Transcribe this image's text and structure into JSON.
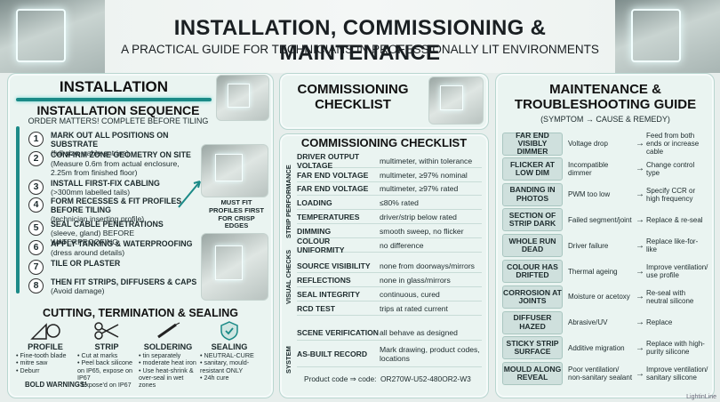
{
  "header": {
    "title": "INSTALLATION, COMMISSIONING & MAINTENANCE",
    "subtitle": "A PRACTICAL GUIDE FOR TECHNICIANS IN PROFESSIONALLY LIT ENVIRONMENTS"
  },
  "installation": {
    "title": "INSTALLATION",
    "seq_title": "INSTALLATION SEQUENCE",
    "seq_note": "ORDER MATTERS! COMPLETE BEFORE TILING",
    "steps": [
      {
        "n": "1",
        "head": "MARK OUT ALL POSITIONS ON SUBSTRATE",
        "sub": "(full size, cable entries)"
      },
      {
        "n": "2",
        "head": "CONFIRM ZONE GEOMETRY ON SITE",
        "sub": "(Measure 0.6m from actual enclosure, 2.25m from finished floor)"
      },
      {
        "n": "3",
        "head": "INSTALL FIRST-FIX CABLING",
        "sub": "(>300mm labelled tails)"
      },
      {
        "n": "4",
        "head": "FORM RECESSES & FIT PROFILES BEFORE TILING",
        "sub": "(technician inserting profile)"
      },
      {
        "n": "5",
        "head": "SEAL CABLE PENETRATIONS",
        "sub": "(sleeve, gland) BEFORE WATERPROOFING"
      },
      {
        "n": "6",
        "head": "APPLY TANKING & WATERPROOFING",
        "sub": "(dress around details)"
      },
      {
        "n": "7",
        "head": "TILE OR PLASTER",
        "sub": ""
      },
      {
        "n": "8",
        "head": "THEN FIT STRIPS, DIFFUSERS & CAPS",
        "sub": "(Avoid damage)"
      }
    ],
    "callout": "MUST FIT PROFILES FIRST FOR CRISP EDGES",
    "cutting_title": "CUTTING, TERMINATION & SEALING",
    "tools": [
      {
        "name": "PROFILE",
        "lines": [
          "• Fine-tooth blade",
          "• mitre saw",
          "• Deburr"
        ]
      },
      {
        "name": "STRIP",
        "lines": [
          "• Cut at marks",
          "• Peel back silicone on IP65, expose on IP67",
          "• Expose'd on IP67"
        ]
      },
      {
        "name": "SOLDERING",
        "lines": [
          "• tin separately",
          "• moderate heat iron",
          "• Use heat-shrink & over-seal in wet zones"
        ]
      },
      {
        "name": "SEALING",
        "lines": [
          "• NEUTRAL-CURE",
          "• sanitary, mould-resistant ONLY",
          "• 24h cure"
        ]
      }
    ],
    "warning": "BOLD WARNINGS!"
  },
  "commissioning": {
    "title": "COMMISSIONING CHECKLIST",
    "table_title": "COMMISSIONING CHECKLIST",
    "groups": {
      "strip": "STRIP PERFORMANCE",
      "visual": "VISUAL CHECKS",
      "system": "SYSTEM"
    },
    "rows": [
      {
        "k": "DRIVER OUTPUT VOLTAGE",
        "v": "multimeter, within tolerance"
      },
      {
        "k": "FAR END VOLTAGE",
        "v": "multimeter, ≥97% nominal"
      },
      {
        "k": "FAR END VOLTAGE",
        "v": "multimeter, ≥97% rated"
      },
      {
        "k": "LOADING",
        "v": "≤80% rated"
      },
      {
        "k": "TEMPERATURES",
        "v": "driver/strip below rated"
      },
      {
        "k": "DIMMING",
        "v": "smooth sweep, no flicker"
      },
      {
        "k": "COLOUR UNIFORMITY",
        "v": "no difference"
      },
      {
        "k": "SOURCE VISIBILITY",
        "v": "none from doorways/mirrors"
      },
      {
        "k": "REFLECTIONS",
        "v": "none in glass/mirrors"
      },
      {
        "k": "SEAL INTEGRITY",
        "v": "continuous, cured"
      },
      {
        "k": "RCD TEST",
        "v": "trips at rated current"
      },
      {
        "k": "SCENE VERIFICATION",
        "v": "all behave as designed"
      },
      {
        "k": "AS-BUILT RECORD",
        "v": "Mark drawing, product codes, locations"
      }
    ],
    "code_label": "Product code ⇒ code:",
    "code_value": "OR270W-U52-480OR2-W3"
  },
  "maintenance": {
    "title": "MAINTENANCE & TROUBLESHOOTING GUIDE",
    "sub": "(SYMPTOM → CAUSE & REMEDY)",
    "rows": [
      {
        "s": "FAR END VISIBLY DIMMER",
        "c": "Voltage drop",
        "r": "Feed from both ends or increase cable"
      },
      {
        "s": "FLICKER AT LOW DIM",
        "c": "Incompatible dimmer",
        "r": "Change control type"
      },
      {
        "s": "BANDING IN PHOTOS",
        "c": "PWM too low",
        "r": "Specify CCR or high frequency"
      },
      {
        "s": "SECTION OF STRIP DARK",
        "c": "Failed segment/joint",
        "r": "Replace & re-seal"
      },
      {
        "s": "WHOLE RUN DEAD",
        "c": "Driver failure",
        "r": "Replace like-for-like"
      },
      {
        "s": "COLOUR HAS DRIFTED",
        "c": "Thermal ageing",
        "r": "Improve ventilation/ use profile"
      },
      {
        "s": "CORROSION AT JOINTS",
        "c": "Moisture or acetoxy",
        "r": "Re-seal with neutral silicone"
      },
      {
        "s": "DIFFUSER HAZED",
        "c": "Abrasive/UV",
        "r": "Replace"
      },
      {
        "s": "STICKY STRIP SURFACE",
        "c": "Additive migration",
        "r": "Replace with high-purity silicone"
      },
      {
        "s": "MOULD ALONG REVEAL",
        "c": "Poor ventilation/ non-sanitary sealant",
        "r": "Improve ventilation/ sanitary silicone"
      }
    ],
    "arrow": "→"
  },
  "footer": {
    "brand": "LightinLine"
  }
}
